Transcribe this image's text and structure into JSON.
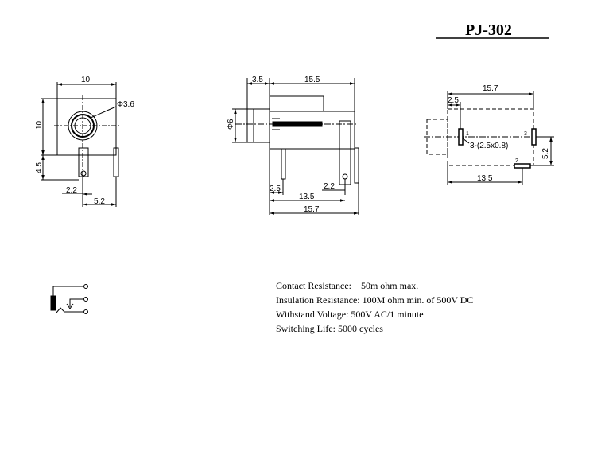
{
  "title": "PJ-302",
  "front_view": {
    "width": "10",
    "hole_diameter": "Φ3.6",
    "height": "10",
    "pin_height": "4.5",
    "pin_offset": "2.2",
    "pin_spacing": "5.2"
  },
  "side_view": {
    "nose_length": "3.5",
    "body_length": "15.5",
    "nose_diameter": "Φ6",
    "pin_offset_left": "2.5",
    "pin_offset_right": "2.2",
    "pin_span": "13.5",
    "total_length": "15.7"
  },
  "footprint": {
    "total_length": "15.7",
    "pin_offset": "2.5",
    "pin1_label": "1",
    "pin2_label": "2",
    "pin3_label": "3",
    "pad_size": "3-(2.5x0.8)",
    "pin_spacing_vertical": "5.2",
    "pin_span": "13.5"
  },
  "specs": [
    "Contact Resistance:    50m ohm max.",
    "Insulation Resistance: 100M ohm min. of 500V DC",
    "Withstand Voltage: 500V AC/1 minute",
    "Switching Life: 5000 cycles"
  ]
}
